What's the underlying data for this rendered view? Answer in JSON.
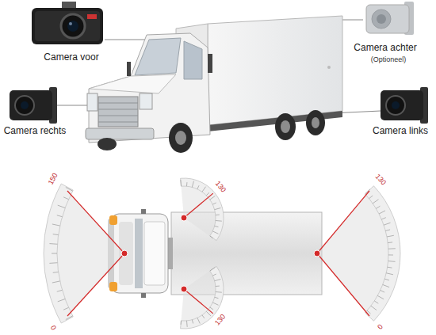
{
  "diagram": {
    "labels": [
      "Camera voor",
      "Camera achter",
      "(Optioneel)",
      "Camera rechts",
      "Camera links",
      "150",
      "130",
      "130",
      "0",
      "130",
      "0"
    ]
  }
}
